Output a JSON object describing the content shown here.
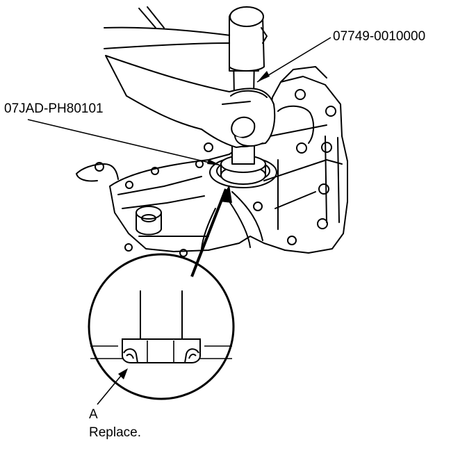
{
  "callouts": {
    "tool_driver": "07749-0010000",
    "tool_attachment": "07JAD-PH80101",
    "part_letter": "A",
    "part_note": "Replace."
  },
  "colors": {
    "line": "#000000",
    "background": "#ffffff"
  }
}
